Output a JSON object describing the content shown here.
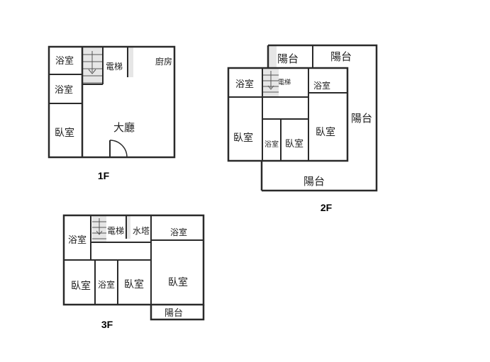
{
  "floors": {
    "f1": {
      "label": "1F",
      "rooms": {
        "bath_top": "浴室",
        "elevator": "電梯",
        "kitchen": "廚房",
        "bath_mid": "浴室",
        "bedroom": "臥室",
        "living": "大廳"
      }
    },
    "f2": {
      "label": "2F",
      "rooms": {
        "balcony_top1": "陽台",
        "balcony_top2": "陽台",
        "bath_left": "浴室",
        "elevator": "電梯",
        "bath_right": "浴室",
        "balcony_right": "陽台",
        "bedroom_left": "臥室",
        "bath_small": "浴室",
        "bedroom_mid": "臥室",
        "bedroom_right": "臥室",
        "balcony_bottom": "陽台"
      }
    },
    "f3": {
      "label": "3F",
      "rooms": {
        "bath_left": "浴室",
        "elevator": "電梯",
        "water_tower": "水塔",
        "bath_right": "浴室",
        "bedroom_left": "臥室",
        "bath_mid": "浴室",
        "bedroom_mid": "臥室",
        "bedroom_right": "臥室",
        "balcony": "陽台"
      }
    }
  }
}
